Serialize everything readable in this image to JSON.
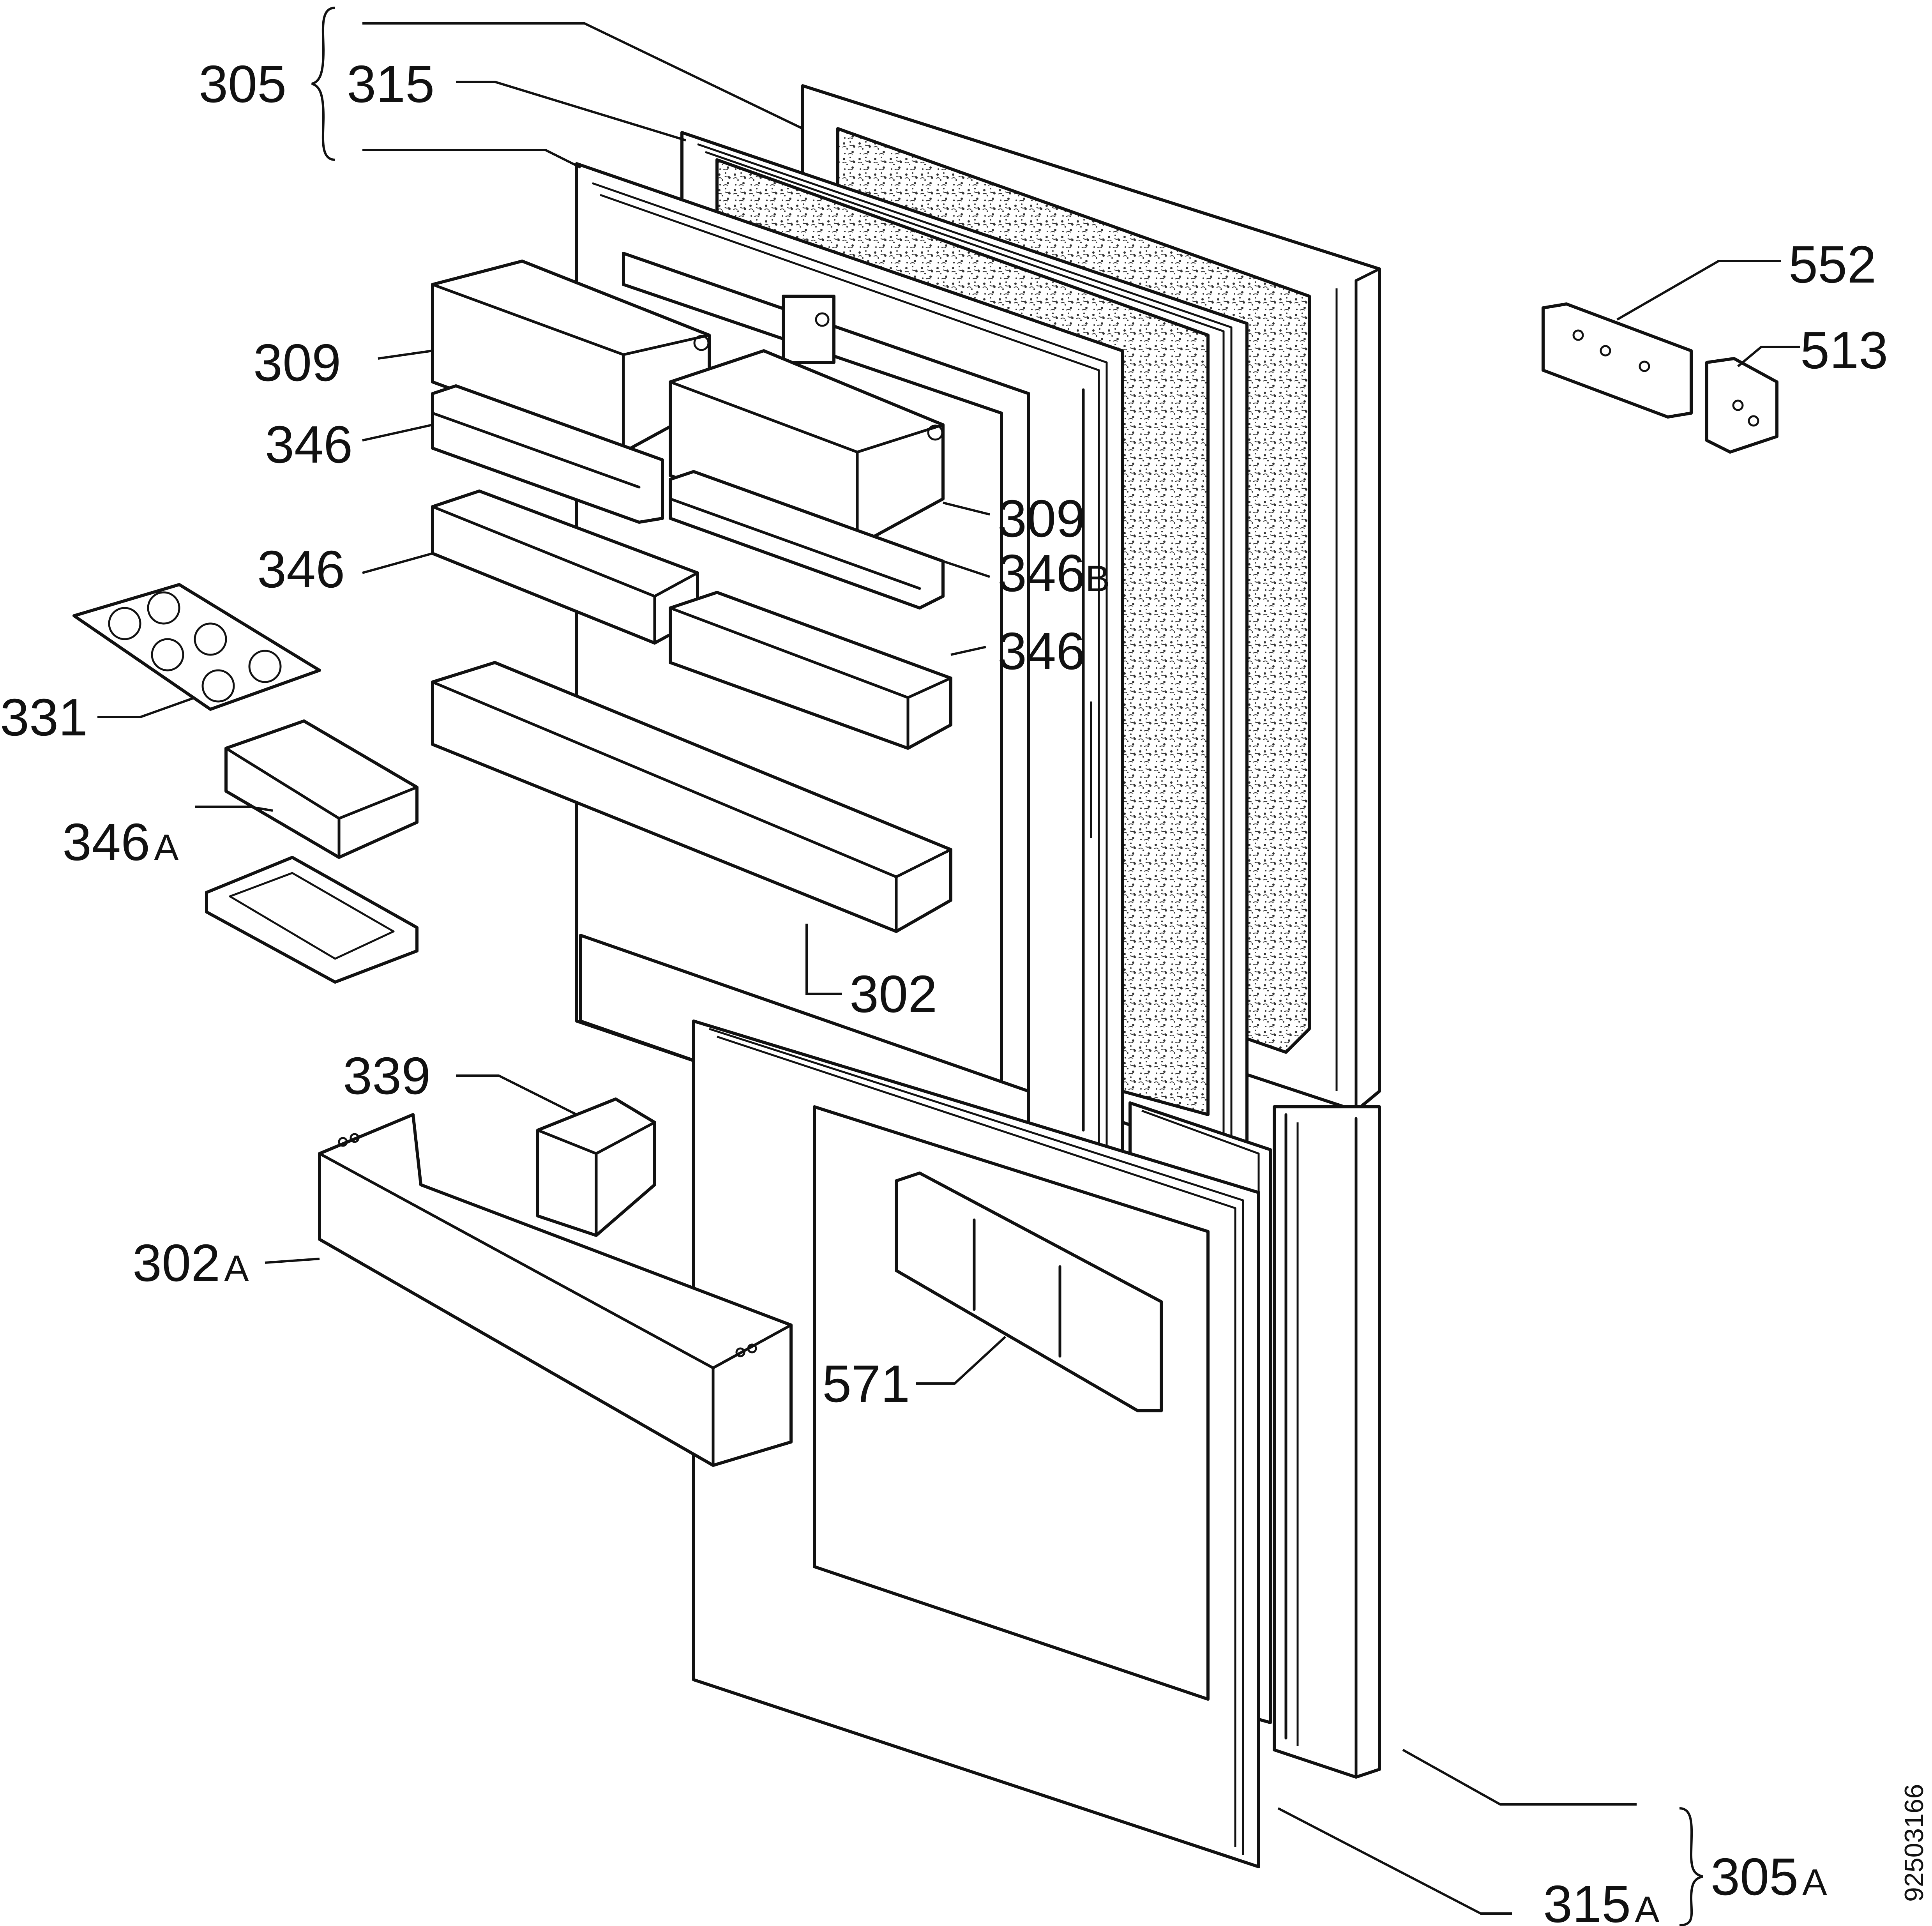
{
  "diagram": {
    "type": "exploded parts diagram",
    "subject": "refrigerator door assembly",
    "doc_code": "92503166",
    "labels": {
      "p305": "305",
      "p315": "315",
      "p552": "552",
      "p513": "513",
      "p309a": "309",
      "p346a": "346",
      "p309b": "309",
      "p346b": "346",
      "p346B_num": "346",
      "p346B_suf": "B",
      "p346c": "346",
      "p331": "331",
      "p346A_num": "346",
      "p346A_suf": "A",
      "p302": "302",
      "p339": "339",
      "p302A_num": "302",
      "p302A_suf": "A",
      "p571": "571",
      "p305A_num": "305",
      "p305A_suf": "A",
      "p315A_num": "315",
      "p315A_suf": "A"
    }
  }
}
